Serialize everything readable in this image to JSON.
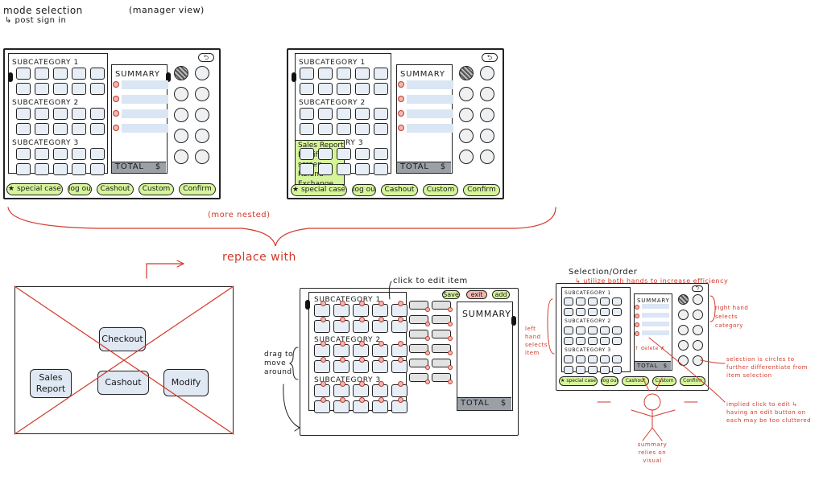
{
  "header": {
    "mode_selection": "mode selection",
    "post_sign_in": "↳ post sign in",
    "manager_view": "(manager view)"
  },
  "wireframe": {
    "subcategories": [
      "SUBCATEGORY 1",
      "SUBCATEGORY 2",
      "SUBCATEGORY 3"
    ],
    "summary_title": "SUMMARY",
    "total_label": "TOTAL",
    "currency": "$",
    "buttons": [
      "★ special case",
      "log out",
      "Cashout",
      "Custom",
      "Confirm"
    ]
  },
  "menu_popup": {
    "items": [
      "Sales Report",
      "Modify screen",
      "Refund",
      "Exchange"
    ],
    "partial_subcategory": "RY 3"
  },
  "annotations": {
    "more_nested": "(more nested)",
    "replace_with": "replace with",
    "click_to_edit": "click to edit item",
    "drag_to_move": "drag to move around",
    "edit_buttons": [
      "Save",
      "exit",
      "add"
    ],
    "selection_order_title": "Selection/Order",
    "selection_order_sub": "↳ utilize both hands to increase efficiency",
    "left_hand": "left hand selects item",
    "right_hand": "right hand selects category",
    "delete_label": "↑ delete ✗",
    "circles_note": "selection is circles to further differentiate from item selection",
    "implied_click": "implied click to edit ↳ having an edit button on each may be too cluttered",
    "summary_visual": "summary relies on visual"
  },
  "old_menu": {
    "items": [
      "Checkout",
      "Sales Report",
      "Cashout",
      "Modify"
    ]
  },
  "colors": {
    "accent_green": "#d6f59a",
    "tile_blue": "#e8eef6",
    "annotation_red": "#d23a2a",
    "total_gray": "#9aa0a6"
  }
}
